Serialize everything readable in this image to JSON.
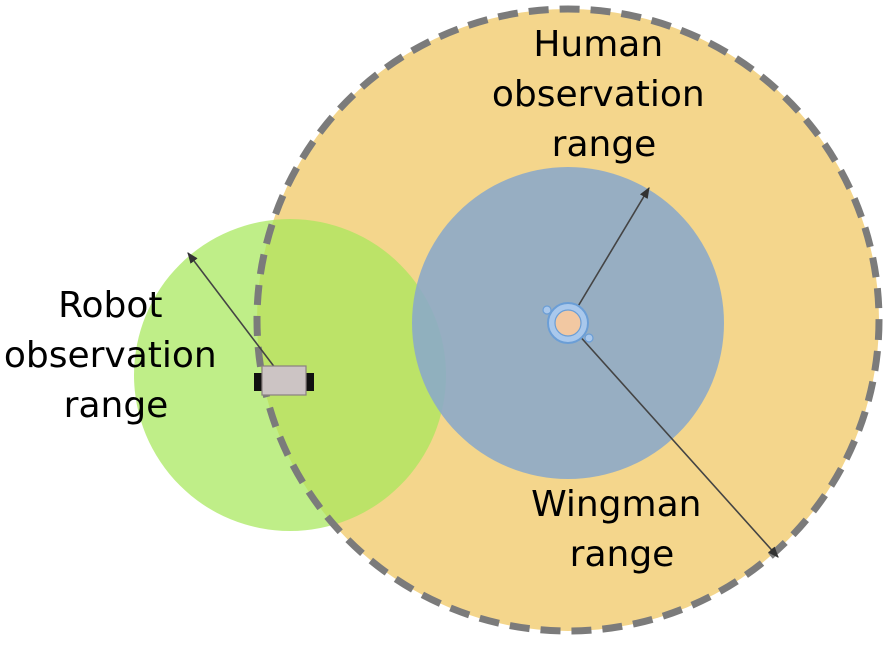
{
  "labels": {
    "human": [
      "Human",
      "observation",
      "range"
    ],
    "robot": [
      "Robot",
      "observation",
      "range"
    ],
    "wingman": [
      "Wingman",
      "range"
    ]
  },
  "colors": {
    "human_fill": "#f4d68c",
    "human_border": "#7b7b7b",
    "robot_fill": "#a6e85a",
    "wingman_fill": "#8aa9c9",
    "person_fill": "#f2c8a2",
    "person_ring": "#6b9ed6",
    "robot_body": "#ccc4c4",
    "robot_wheel": "#111111",
    "arrow": "#444444"
  },
  "icons": [
    "human-icon",
    "robot-icon"
  ]
}
